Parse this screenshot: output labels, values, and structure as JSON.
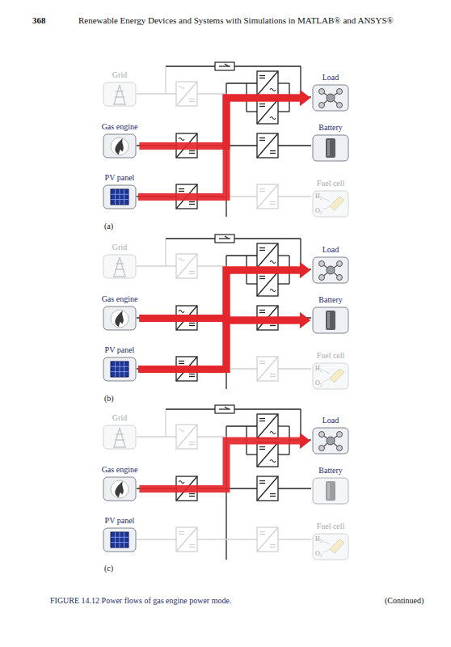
{
  "diagram": {
    "caption": "FIGURE 14.12 Power flows of gas engine power mode.",
    "nodes": [
      {
        "text": [
          "Grid"
        ]
      },
      {
        "text": [
          "Gas engine"
        ]
      },
      {
        "text": [
          "PV panel"
        ]
      },
      {
        "text": [
          "Load"
        ]
      },
      {
        "text": [
          "Battery"
        ]
      },
      {
        "text": [
          "Fuel cell",
          "H₂",
          "O₂"
        ]
      },
      {
        "text": [
          "Grid"
        ]
      },
      {
        "text": [
          "Gas engine"
        ]
      },
      {
        "text": [
          "PV panel"
        ]
      },
      {
        "text": [
          "Load"
        ]
      },
      {
        "text": [
          "Battery"
        ]
      },
      {
        "text": [
          "Fuel cell",
          "H₂",
          "O₂"
        ]
      },
      {
        "text": [
          "Grid"
        ]
      },
      {
        "text": [
          "Gas engine"
        ]
      },
      {
        "text": [
          "PV panel"
        ]
      },
      {
        "text": [
          "Load"
        ]
      },
      {
        "text": [
          "Battery"
        ]
      },
      {
        "text": [
          "Fuel cell",
          "H₂",
          "O₂"
        ]
      }
    ],
    "edges": [
      {
        "from": 1,
        "to": 3,
        "arrow": "to"
      },
      {
        "from": 2,
        "to": 3,
        "arrow": "to"
      },
      {
        "from": 7,
        "to": 9,
        "arrow": "to"
      },
      {
        "from": 7,
        "to": 10,
        "arrow": "to"
      },
      {
        "from": 8,
        "to": 9,
        "arrow": "to"
      },
      {
        "from": 8,
        "to": 10,
        "arrow": "to"
      },
      {
        "from": 13,
        "to": 15,
        "arrow": "to"
      }
    ],
    "labels": [
      "368",
      "Renewable Energy Devices and Systems with Simulations in MATLAB® and ANSYS®",
      "(a)",
      "(b)",
      "(c)",
      "(Continued)"
    ]
  }
}
